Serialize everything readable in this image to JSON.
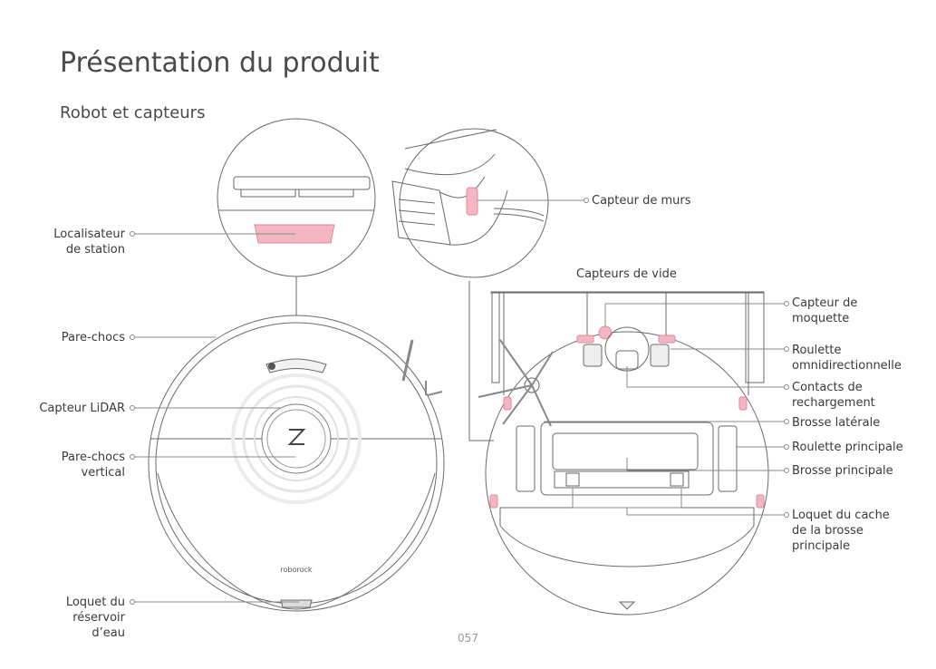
{
  "header": {
    "title": "Présentation du produit",
    "subtitle": "Robot et capteurs"
  },
  "labels": {
    "station_locator": "Localisateur de station",
    "bumper": "Pare-chocs",
    "lidar_sensor": "Capteur LiDAR",
    "vertical_bumper": "Pare-chocs vertical",
    "water_tank_latch": "Loquet du réservoir d’eau",
    "wall_sensor": "Capteur de murs",
    "cliff_sensors": "Capteurs de vide",
    "carpet_sensor": "Capteur de moquette",
    "omni_wheel": "Roulette omnidirectionnelle",
    "charging_contacts": "Contacts de rechargement",
    "side_brush": "Brosse latérale",
    "main_wheel": "Roulette principale",
    "main_brush": "Brosse principale",
    "main_brush_cover_latch": "Loquet du cache de la brosse principale"
  },
  "robot": {
    "brand": "roborock"
  },
  "footer": {
    "page_number": "057"
  },
  "colors": {
    "highlight": "#f4b6c2",
    "line": "#6a6a6a",
    "text": "#3a3a3a"
  }
}
